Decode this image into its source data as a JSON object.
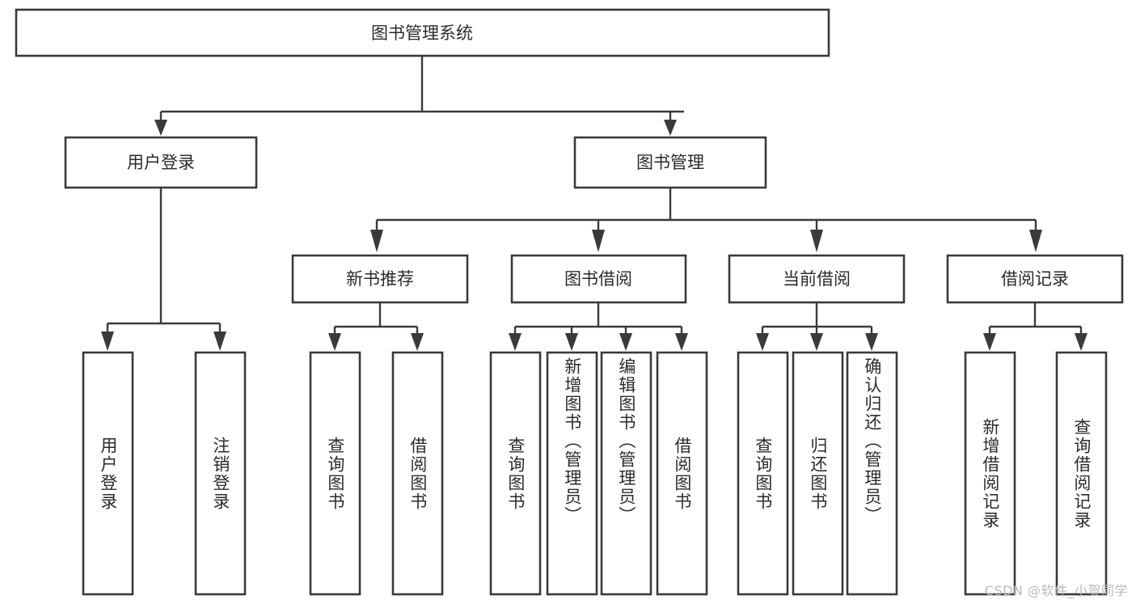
{
  "diagram": {
    "type": "tree-hierarchy-chart",
    "title": "图书管理系统",
    "watermark": "CSDN @软件_小贺同学",
    "colors": {
      "stroke": "#3a3a3a",
      "box_fill": "#ffffff",
      "text": "#2b2b2b",
      "background": "#ffffff",
      "watermark": "#b9b9b9"
    },
    "levels": {
      "root": {
        "label": "图书管理系统",
        "orientation": "horizontal"
      },
      "level2": [
        {
          "label": "用户登录",
          "orientation": "horizontal"
        },
        {
          "label": "图书管理",
          "orientation": "horizontal"
        }
      ],
      "level3": [
        {
          "label": "新书推荐",
          "orientation": "horizontal"
        },
        {
          "label": "图书借阅",
          "orientation": "horizontal"
        },
        {
          "label": "当前借阅",
          "orientation": "horizontal"
        },
        {
          "label": "借阅记录",
          "orientation": "horizontal"
        }
      ],
      "leaves": {
        "user_login": [
          {
            "label": "用户登录",
            "orientation": "vertical"
          },
          {
            "label": "注销登录",
            "orientation": "vertical"
          }
        ],
        "new_book_recommend": [
          {
            "label": "查询图书",
            "orientation": "vertical"
          },
          {
            "label": "借阅图书",
            "orientation": "vertical"
          }
        ],
        "book_borrow": [
          {
            "label": "查询图书",
            "orientation": "vertical"
          },
          {
            "label": "新增图书（管理员）",
            "orientation": "vertical"
          },
          {
            "label": "编辑图书（管理员）",
            "orientation": "vertical"
          },
          {
            "label": "借阅图书",
            "orientation": "vertical"
          }
        ],
        "current_borrow": [
          {
            "label": "查询图书",
            "orientation": "vertical"
          },
          {
            "label": "归还图书",
            "orientation": "vertical"
          },
          {
            "label": "确认归还（管理员）",
            "orientation": "vertical"
          }
        ],
        "borrow_record": [
          {
            "label": "新增借阅记录",
            "orientation": "vertical"
          },
          {
            "label": "查询借阅记录",
            "orientation": "vertical"
          }
        ]
      }
    }
  }
}
